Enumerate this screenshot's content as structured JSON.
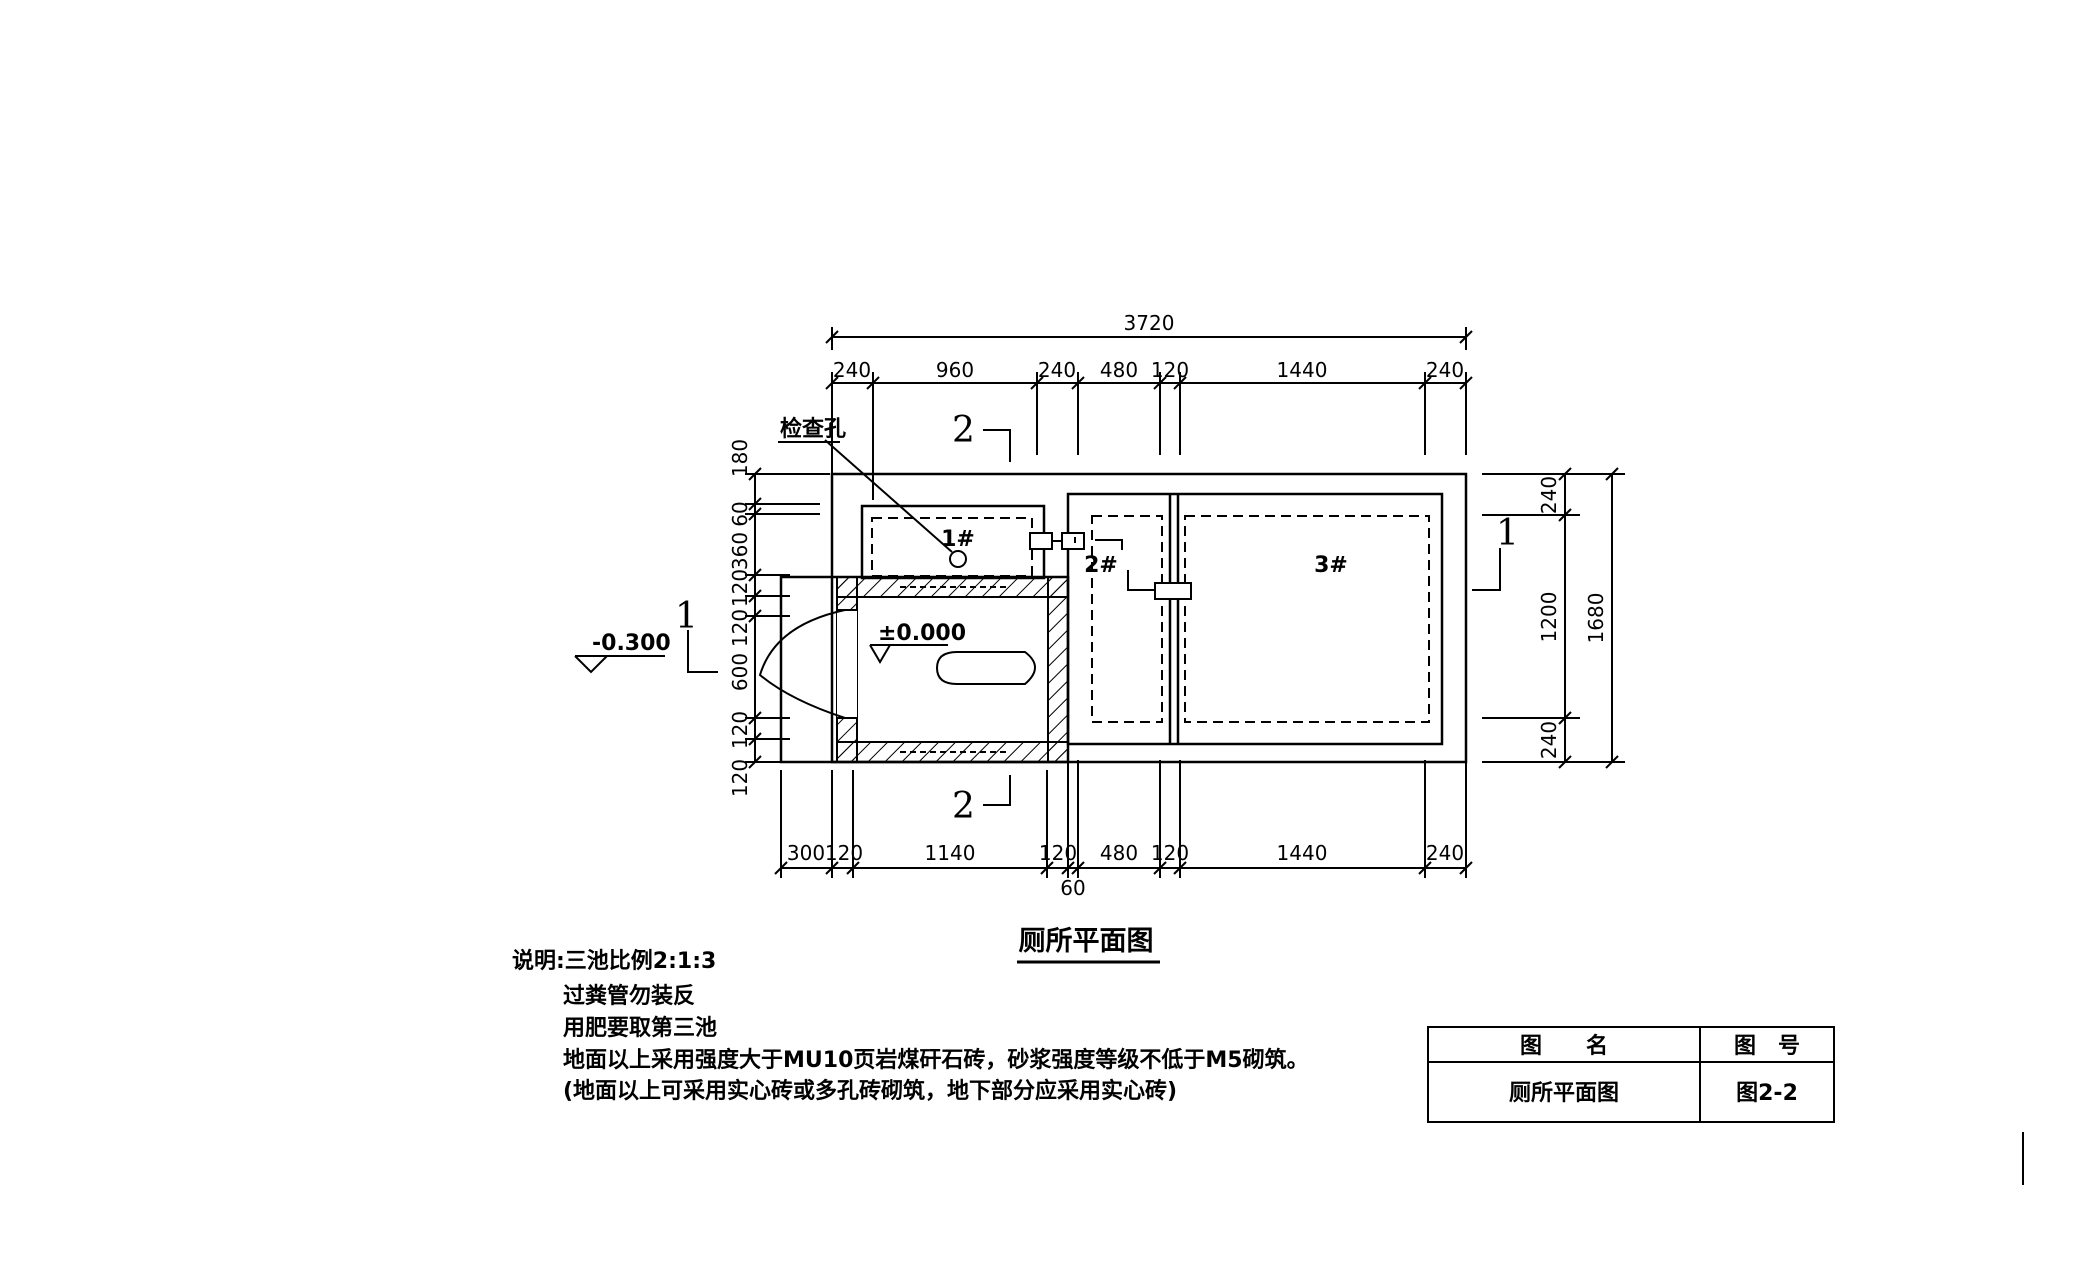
{
  "plan": {
    "dims_top_total": "3720",
    "dims_top": [
      "240",
      "960",
      "240",
      "480",
      "120",
      "1440",
      "240"
    ],
    "dims_bottom": [
      "300",
      "120",
      "1140",
      "120",
      "480",
      "120",
      "1440",
      "240"
    ],
    "dim_bottom_extra": "60",
    "dims_left": [
      "180",
      "60",
      "360",
      "120",
      "120",
      "600",
      "120",
      "120"
    ],
    "dims_right": [
      "240",
      "1200",
      "240"
    ],
    "dim_right_total": "1680",
    "inspection_hole": "检查孔",
    "tank_1": "1#",
    "tank_2": "2#",
    "tank_3": "3#",
    "level_floor": "±0.000",
    "level_outside": "-0.300",
    "section_1": "1",
    "section_2": "2",
    "title": "厕所平面图"
  },
  "notes": {
    "line1": "说明:三池比例2:1:3",
    "line2": "过粪管勿装反",
    "line3": "用肥要取第三池",
    "line4": "地面以上采用强度大于MU10页岩煤矸石砖，砂浆强度等级不低于M5砌筑。",
    "line5": "(地面以上可采用实心砖或多孔砖砌筑，地下部分应采用实心砖)"
  },
  "title_block": {
    "name_header": "图　　名",
    "number_header": "图　号",
    "name_value": "厕所平面图",
    "number_value": "图2-2"
  }
}
